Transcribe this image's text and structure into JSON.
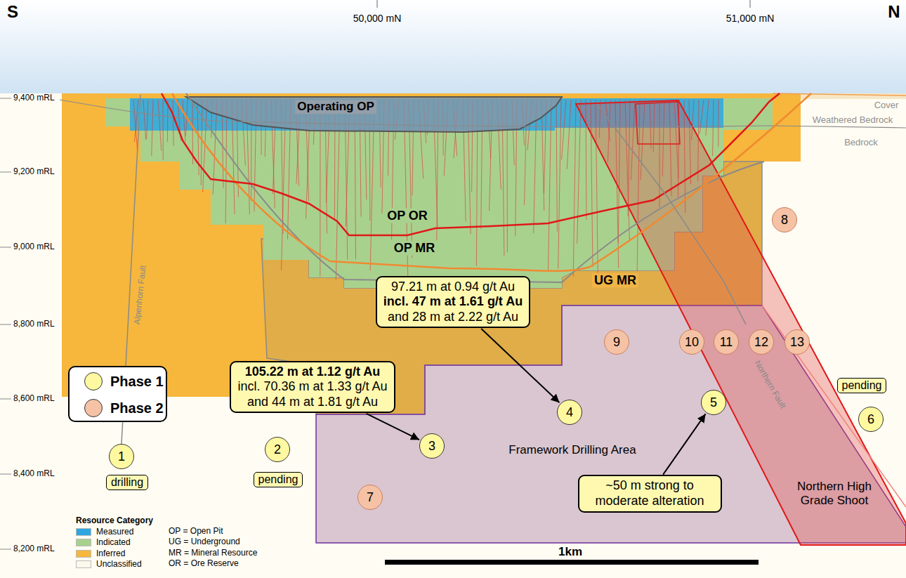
{
  "diagram": {
    "nodes": [
      {
        "text": [
          "1"
        ]
      },
      {
        "text": [
          "2"
        ]
      },
      {
        "text": [
          "3"
        ]
      },
      {
        "text": [
          "4"
        ]
      },
      {
        "text": [
          "5"
        ]
      },
      {
        "text": [
          "6"
        ]
      },
      {
        "text": [
          "7"
        ]
      },
      {
        "text": [
          "8"
        ]
      },
      {
        "text": [
          "9"
        ]
      },
      {
        "text": [
          "10"
        ]
      },
      {
        "text": [
          "11"
        ]
      },
      {
        "text": [
          "12"
        ]
      },
      {
        "text": [
          "13"
        ]
      },
      {
        "text": [
          "drilling"
        ]
      },
      {
        "text": [
          "pending"
        ]
      },
      {
        "text": [
          "pending"
        ]
      },
      {
        "text": [
          "105.22 m at 1.12 g/t Au",
          "incl. 70.36 m at 1.33 g/t Au",
          "and 44 m at 1.81 g/t Au"
        ]
      },
      {
        "text": [
          "97.21 m at 0.94 g/t Au",
          "incl. 47 m at 1.61 g/t Au",
          "and 28 m at 2.22 g/t Au"
        ]
      },
      {
        "text": [
          "~50 m strong to moderate alteration"
        ]
      }
    ],
    "edges": [
      {
        "from": 16,
        "to": 2,
        "arrow": "to"
      },
      {
        "from": 17,
        "to": 3,
        "arrow": "to"
      },
      {
        "from": 18,
        "to": 4,
        "arrow": "to"
      }
    ],
    "labels": [
      "S",
      "N",
      "50,000 mN",
      "51,000 mN",
      "9,400 mRL",
      "9,200 mRL",
      "9,000 mRL",
      "8,800 mRL",
      "8,600 mRL",
      "8,400 mRL",
      "8,200 mRL",
      "Cover",
      "Weathered Bedrock",
      "Bedrock",
      "Operating OP",
      "OP OR",
      "OP MR",
      "UG MR",
      "Alpenhorn Fault",
      "Northern Fault",
      "Framework Drilling Area",
      "Northern High Grade Shoot",
      "Resource Category",
      "OP = Open Pit",
      "UG = Underground",
      "MR = Mineral Resource",
      "OR = Ore Reserve",
      "1km"
    ],
    "legend": [
      {
        "text": "Phase 1",
        "color": "#fef9a0"
      },
      {
        "text": "Phase 2",
        "color": "#f5c2a5"
      },
      {
        "text": "Measured",
        "color": "#2ea7e0"
      },
      {
        "text": "Indicated",
        "color": "#a9d18e"
      },
      {
        "text": "Inferred",
        "color": "#f6b73c"
      },
      {
        "text": "Unclassified",
        "color": "#fdf8ec"
      }
    ]
  }
}
